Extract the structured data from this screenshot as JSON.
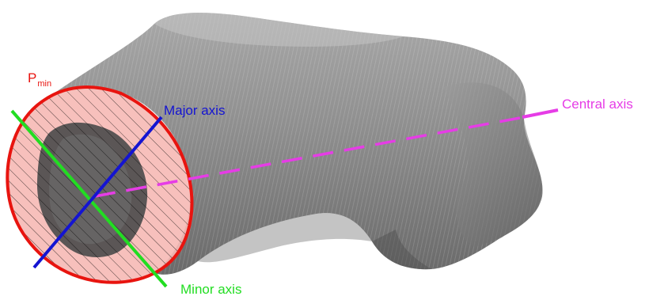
{
  "labels": {
    "plane": "P",
    "plane_subscript": "min",
    "major_axis": "Major axis",
    "minor_axis": "Minor axis",
    "central_axis": "Central axis"
  },
  "colors": {
    "plane": "#e8140f",
    "plane_fill": "#f6b9b5",
    "major_axis": "#1414d2",
    "minor_axis": "#22dd22",
    "central_axis": "#e63ce6",
    "bone": "#8a8a8a",
    "cavity": "#4d4d4d"
  },
  "icons": {
    "bone": "bone-3d-render-icon"
  }
}
